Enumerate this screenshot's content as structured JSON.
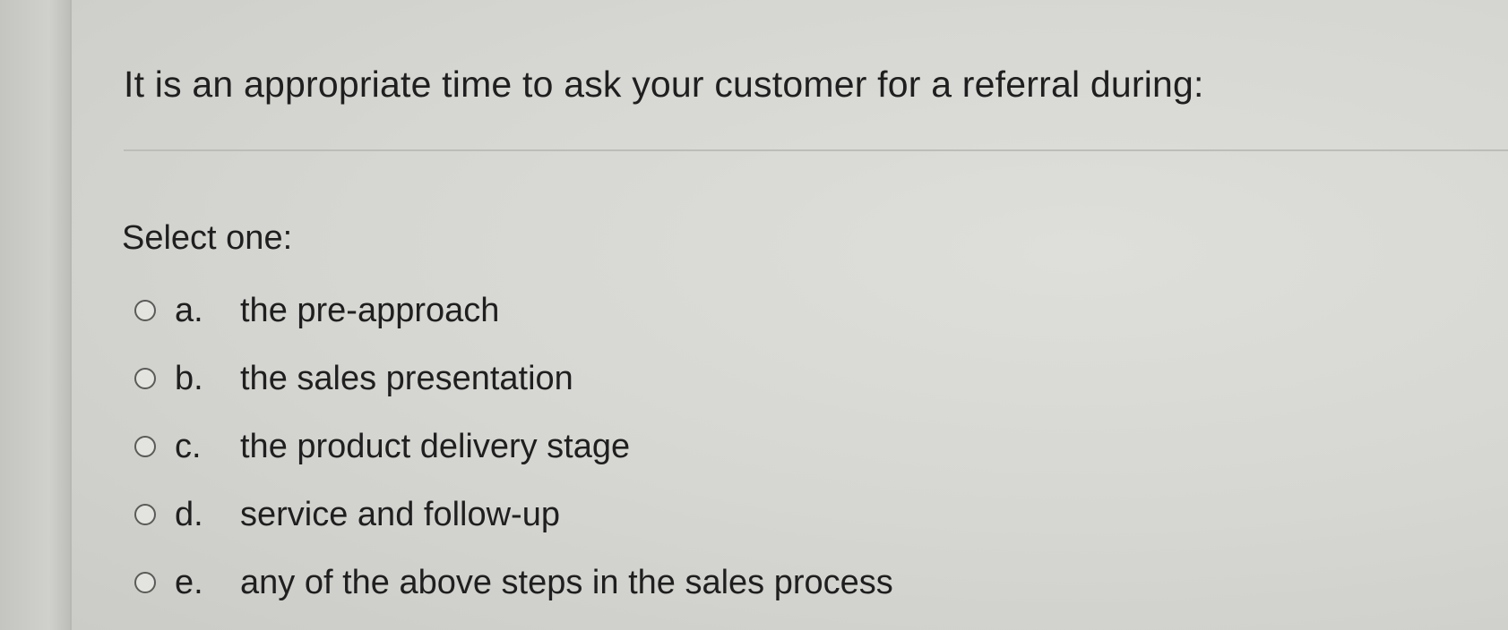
{
  "question": {
    "text": "It is an appropriate time to ask your customer for a referral during:"
  },
  "prompt": "Select one:",
  "options": [
    {
      "letter": "a.",
      "text": "the pre-approach",
      "selected": false
    },
    {
      "letter": "b.",
      "text": "the sales presentation",
      "selected": false
    },
    {
      "letter": "c.",
      "text": "the product delivery stage",
      "selected": false
    },
    {
      "letter": "d.",
      "text": "service and follow-up",
      "selected": false
    },
    {
      "letter": "e.",
      "text": "any of the above steps in the sales process",
      "selected": false
    }
  ]
}
